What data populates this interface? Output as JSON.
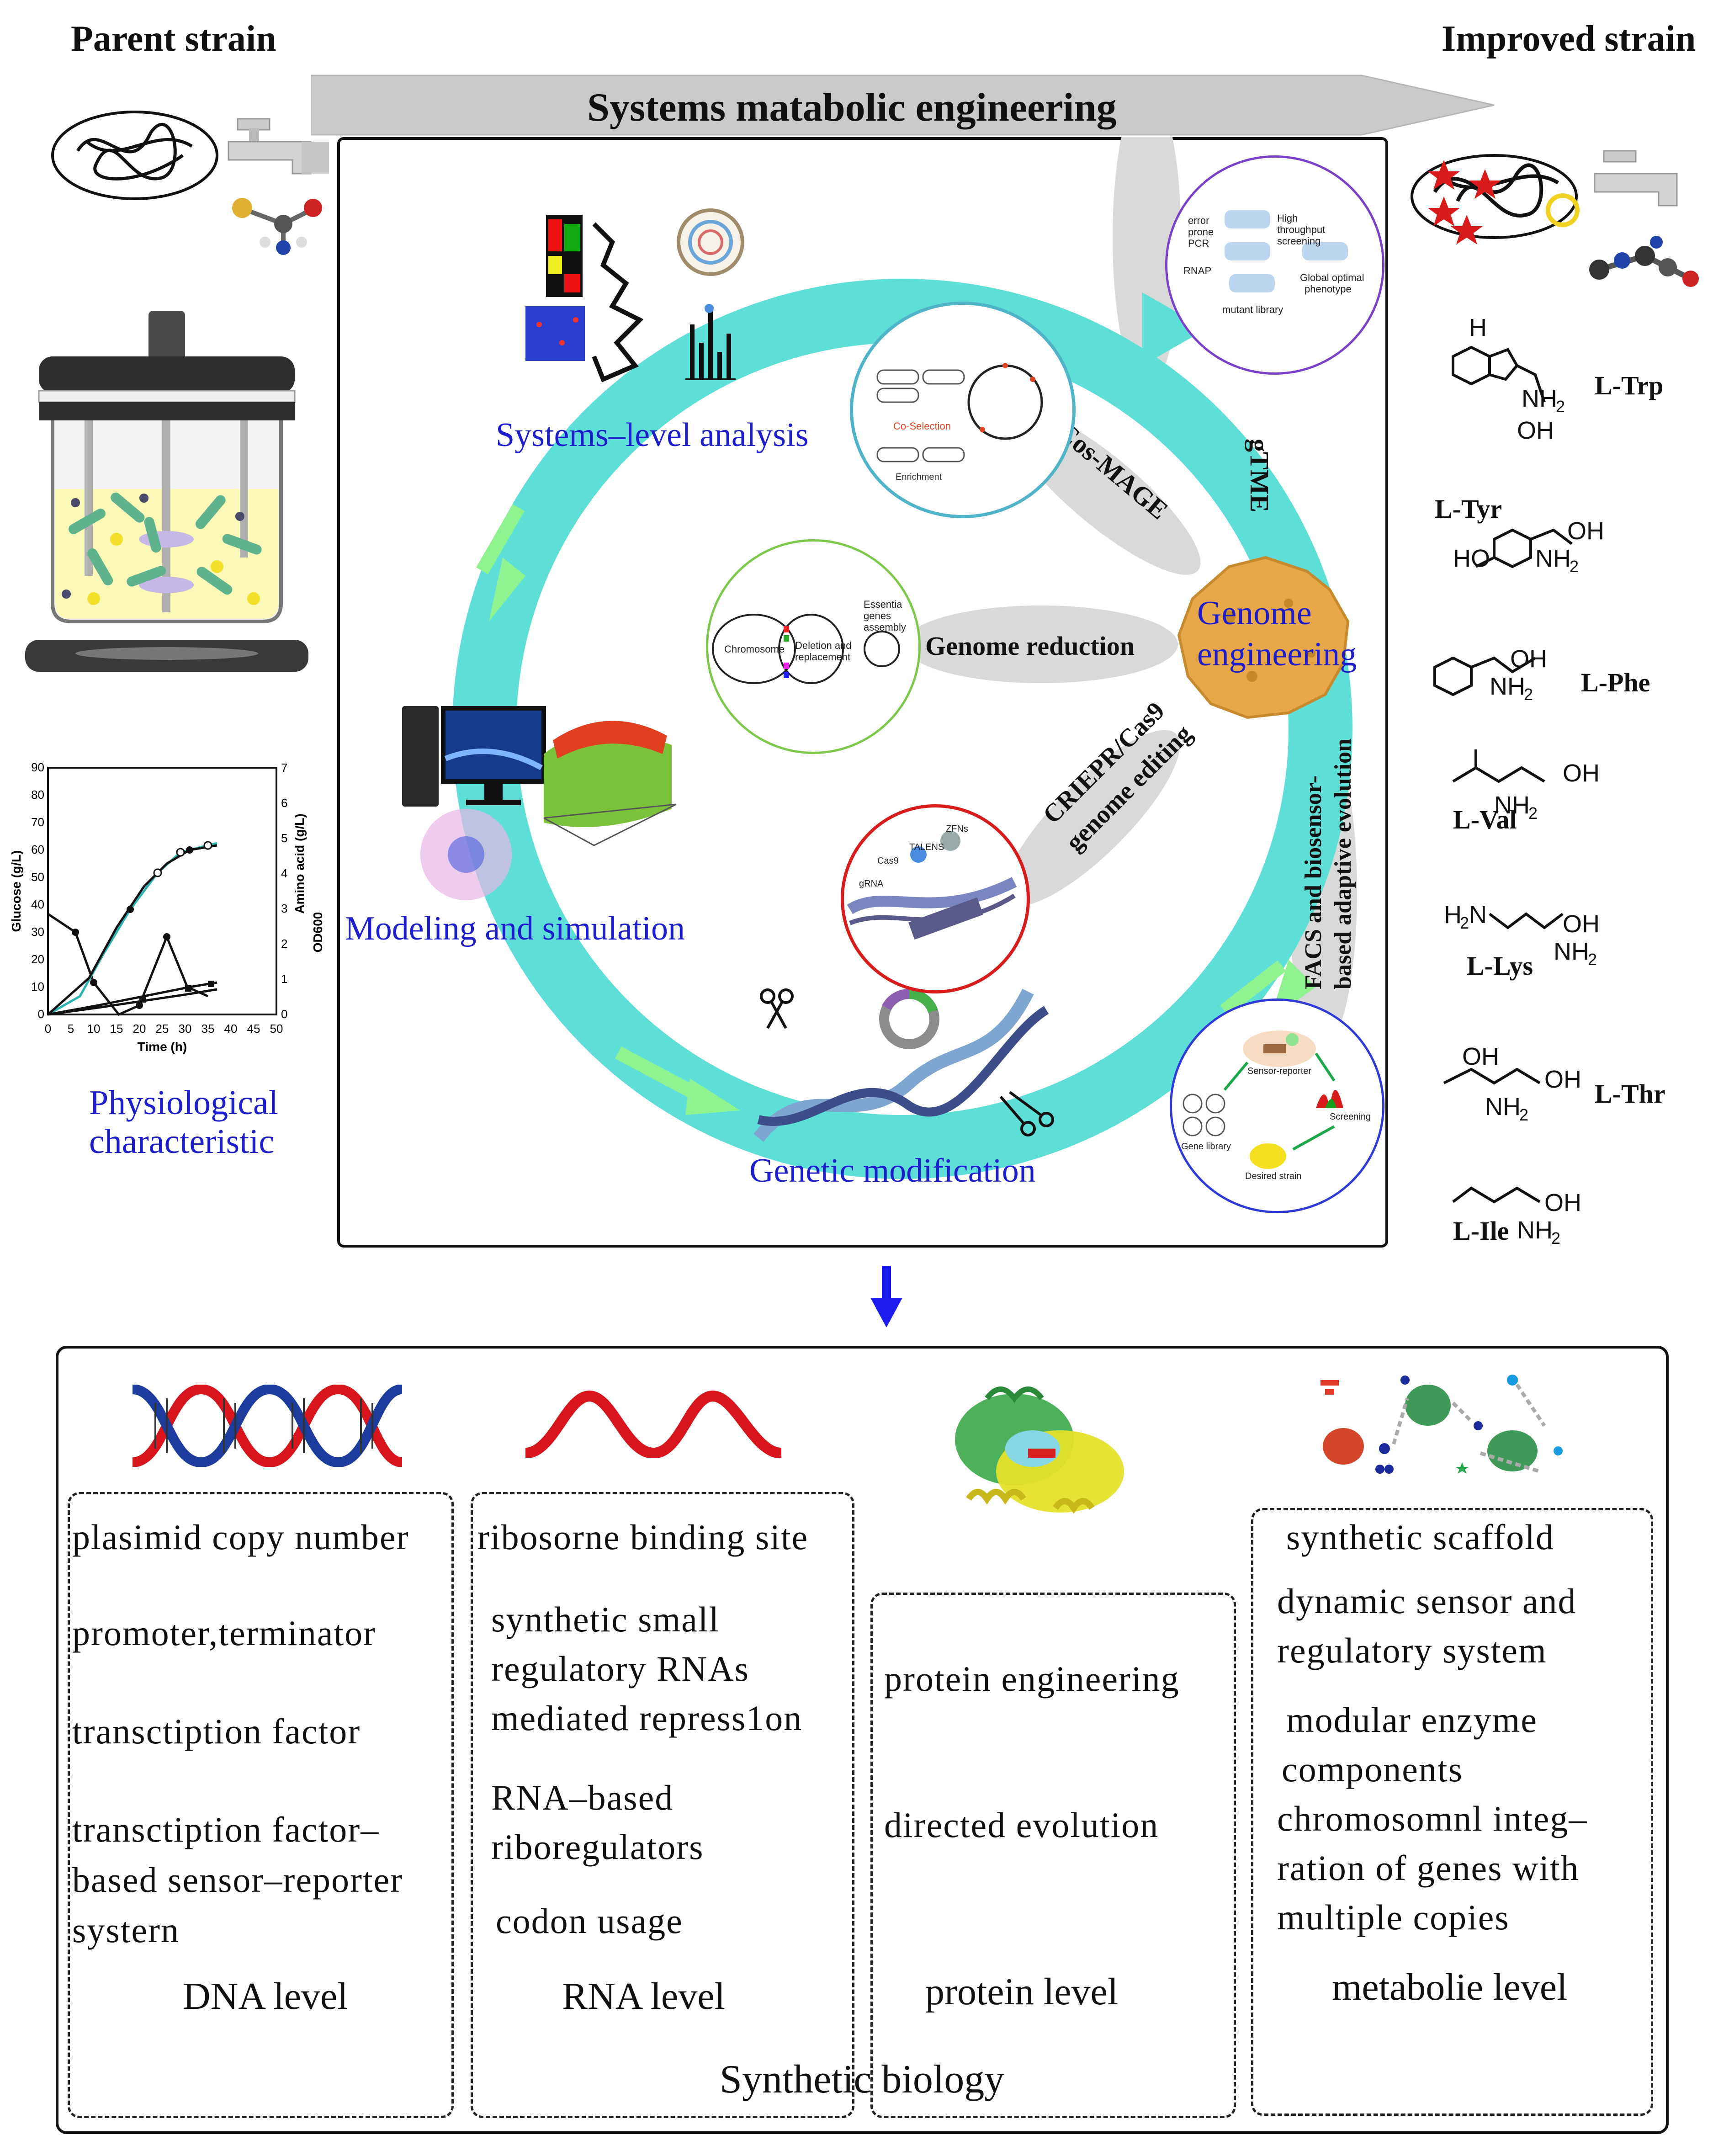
{
  "top": {
    "parent_strain": "Parent strain",
    "improved_strain": "Improved strain",
    "banner": "Systems matabolic engineering"
  },
  "cycle": {
    "systems_analysis": "Systems–level  analysis",
    "modeling": "Modeling and simulation",
    "genetic_mod": "Genetic modification",
    "genome_engineering_1": "Genome",
    "genome_engineering_2": "engineering"
  },
  "petals": {
    "gtme": "gTME",
    "cosmage": "Cos-MAGE",
    "genome_reduction": "Genome reduction",
    "crispr_1": "CRIEPR/Cas9",
    "crispr_2": "genome editing",
    "facs_1": "FACS and biosensor-",
    "facs_2": "based adaptive evolution"
  },
  "insets": {
    "gtme_error": "error",
    "gtme_prone": "prone",
    "gtme_pcr": "PCR",
    "gtme_rnap": "RNAP",
    "gtme_high": "High",
    "gtme_throughput": "throughput",
    "gtme_screening": "screening",
    "gtme_global": "Global optimal",
    "gtme_phenotype": "phenotype",
    "gtme_library": "mutant library",
    "cos_selection": "Co-Selection",
    "cos_enrichment": "Enrichment",
    "gr_chromosome": "Chromosome",
    "gr_deletion": "Deletion and",
    "gr_replacement": "replacement",
    "gr_essentia": "Essentia",
    "gr_genes": "genes",
    "gr_assembly": "assembly",
    "facs_sensor": "Sensor-reporter",
    "facs_screening": "Screening",
    "facs_library": "Gene library",
    "facs_desired": "Desired strain",
    "cr_talens": "TALENS",
    "cr_zfns": "ZFNs",
    "cr_cas9": "Cas9",
    "cr_grna": "gRNA"
  },
  "physio": {
    "label_1": "Physiological",
    "label_2": "characteristic",
    "left_axis": "Glucose (g/L)",
    "right_axis_1": "Amino acid (g/L)",
    "right_axis_2": "OD600",
    "x_axis": "Time (h)",
    "x_ticks": [
      "0",
      "5",
      "10",
      "15",
      "20",
      "25",
      "30",
      "35",
      "40",
      "45",
      "50"
    ],
    "y_left_ticks": [
      "0",
      "10",
      "20",
      "30",
      "40",
      "50",
      "60",
      "70",
      "80",
      "90"
    ],
    "y_right_ticks": [
      "0",
      "1",
      "2",
      "3",
      "4",
      "5",
      "6",
      "7"
    ]
  },
  "amino_acids": {
    "trp": "L-Trp",
    "tyr": "L-Tyr",
    "phe": "L-Phe",
    "val": "L-Val",
    "lys": "L-Lys",
    "thr": "L-Thr",
    "ile": "L-Ile"
  },
  "synbio": {
    "title": "Synthetic biology",
    "dna": {
      "items": [
        "plasimid copy number",
        "promoter,terminator",
        "transctiption factor",
        "transctiption factor–",
        "based sensor–reporter",
        "systern"
      ],
      "level": "DNA level"
    },
    "rna": {
      "items": [
        "ribosorne binding site",
        "synthetic small",
        "regulatory RNAs",
        "mediated repress1on",
        "RNA–based",
        "riboregulators",
        "codon usage"
      ],
      "level": "RNA level"
    },
    "protein": {
      "items": [
        "protein engineering",
        "directed evolution"
      ],
      "level": "protein level"
    },
    "metabolic": {
      "items": [
        "synthetic scaffold",
        "dynamic sensor and",
        "regulatory system",
        "modular enzyme",
        "components",
        "chromosomnl integ–",
        "ration of genes with",
        "multiple copies"
      ],
      "level": "metabolie level"
    }
  },
  "colors": {
    "cycle": "#5dded6",
    "arrow_green": "#8ef28f",
    "petal": "#d9d9d9",
    "core": "#e8a84a",
    "dna_red": "#d8141c",
    "dna_blue": "#1d3c9e",
    "down_arrow": "#1c1cf0",
    "text_blue": "#1d1dcc"
  }
}
